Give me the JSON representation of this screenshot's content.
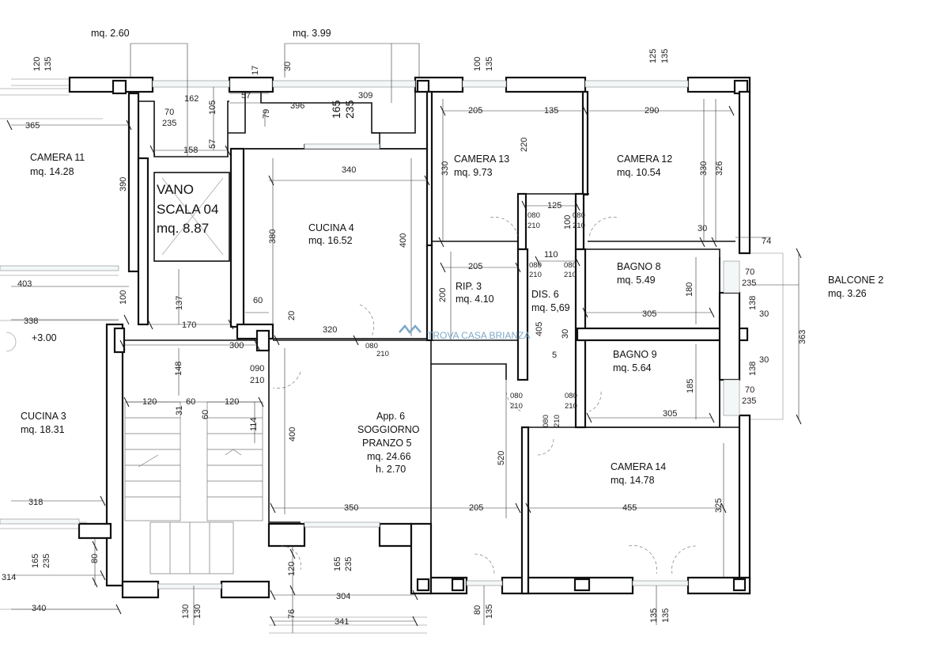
{
  "rooms": {
    "camera11": {
      "name": "CAMERA 11",
      "area": "mq. 14.28"
    },
    "vano": {
      "line1": "VANO",
      "line2": "SCALA 04",
      "line3": "mq. 8.87"
    },
    "cucina4": {
      "name": "CUCINA 4",
      "area": "mq. 16.52"
    },
    "camera13": {
      "name": "CAMERA 13",
      "area": "mq. 9.73"
    },
    "camera12": {
      "name": "CAMERA 12",
      "area": "mq. 10.54"
    },
    "rip3": {
      "name": "RIP. 3",
      "area": "mq. 4.10"
    },
    "dis6": {
      "name": "DIS. 6",
      "area": "mq. 5,69"
    },
    "bagno8": {
      "name": "BAGNO 8",
      "area": "mq. 5.49"
    },
    "bagno9": {
      "name": "BAGNO 9",
      "area": "mq. 5.64"
    },
    "balcone2": {
      "name": "BALCONE 2",
      "area": "mq. 3.26"
    },
    "cucina3": {
      "name": "CUCINA 3",
      "area": "mq. 18.31"
    },
    "soggiorno": {
      "line1": "App. 6",
      "line2": "SOGGIORNO",
      "line3": "PRANZO 5",
      "line4": "mq. 24.66",
      "line5": "h. 2.70"
    },
    "camera14": {
      "name": "CAMERA 14",
      "area": "mq. 14.78"
    }
  },
  "level": "+3.00",
  "watermark": "TROVA CASA BRIANZA",
  "dims": {
    "mq260": "mq. 2.60",
    "mq399": "mq. 3.99",
    "d120": "120",
    "d135": "135",
    "d30": "30",
    "d17": "17",
    "d100": "100",
    "d125": "125",
    "d162": "162",
    "d70": "70",
    "d235": "235",
    "d105": "105",
    "d57": "57",
    "d396": "396",
    "d309": "309",
    "d165": "165",
    "d79": "79",
    "d205": "205",
    "d290": "290",
    "d365": "365",
    "d158": "158",
    "d220": "220",
    "d340": "340",
    "d330": "330",
    "d326": "326",
    "d390": "390",
    "d380": "380",
    "d400": "400",
    "d080": "080",
    "d210": "210",
    "d74": "74",
    "d110": "110",
    "d403": "403",
    "d60": "60",
    "d200": "200",
    "d180": "180",
    "d137": "137",
    "d138": "138",
    "d338": "338",
    "d170": "170",
    "d320": "320",
    "d305": "305",
    "d363": "363",
    "d300": "300",
    "d148": "148",
    "d090": "090",
    "d5": "5",
    "d185": "185",
    "d31": "31",
    "d114": "114",
    "d520": "520",
    "d318": "318",
    "d350": "350",
    "d455": "455",
    "d325": "325",
    "d80": "80",
    "d314": "314",
    "d304": "304",
    "d341": "341",
    "d76": "76",
    "d130": "130"
  }
}
